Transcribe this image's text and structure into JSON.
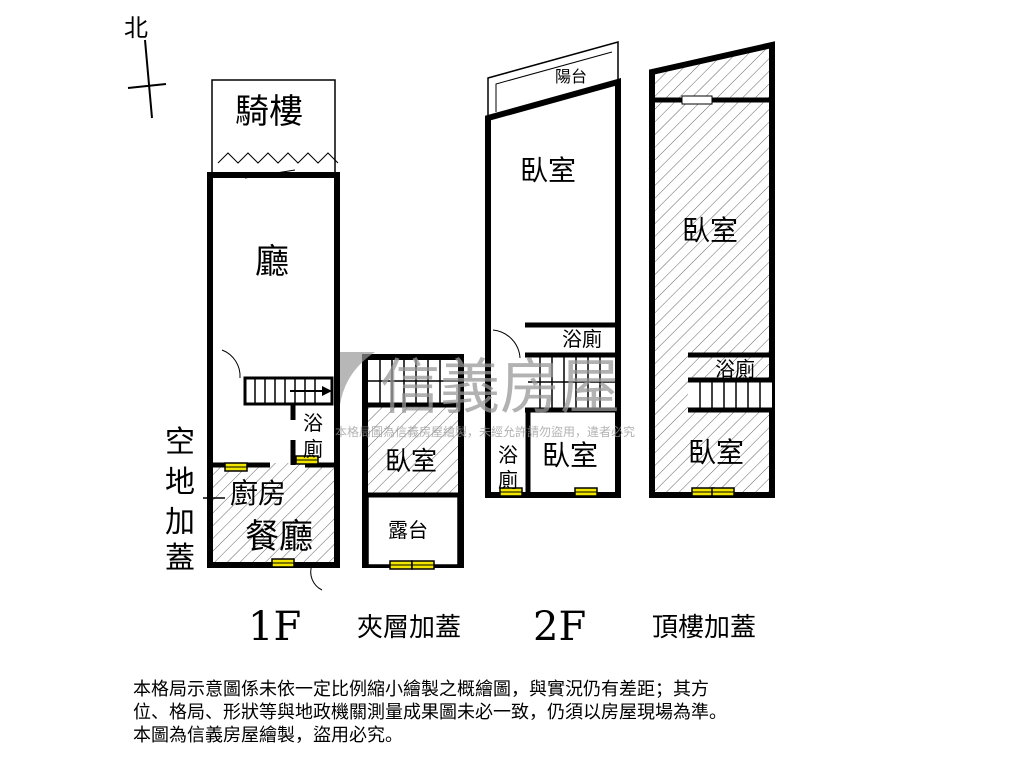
{
  "compass": {
    "label": "北"
  },
  "floors": {
    "f1": {
      "title": "1F",
      "rooms": {
        "arcade": "騎樓",
        "living": "廳",
        "bath_a": "浴",
        "bath_b": "廁",
        "kitchen": "廚房",
        "dining": "餐廳"
      },
      "side_label": [
        "空",
        "地",
        "加",
        "蓋"
      ]
    },
    "mezz": {
      "title": "夾層加蓋",
      "rooms": {
        "bedroom": "臥室",
        "terrace": "露台"
      }
    },
    "f2": {
      "title": "2F",
      "rooms": {
        "balcony": "陽台",
        "bedroom_front": "臥室",
        "bath_upper": "浴廁",
        "bath_a": "浴",
        "bath_b": "廁",
        "bedroom_back": "臥室"
      }
    },
    "roof": {
      "title": "頂樓加蓋",
      "rooms": {
        "bedroom_front": "臥室",
        "bath": "浴廁",
        "bedroom_back": "臥室"
      }
    }
  },
  "watermark": {
    "brand": "信義房屋",
    "notice": "本格局圖為信義房屋繪製，未經允許請勿盜用，違者必究"
  },
  "disclaimer": {
    "line1": "本格局示意圖係未依一定比例縮小繪製之概繪圖，與實況仍有差距；其方",
    "line2": "位、格局、形狀等與地政機關測量成果圖未必一致，仍須以房屋現場為準。",
    "line3": "本圖為信義房屋繪製，盜用必究。"
  },
  "colors": {
    "wall": "#000000",
    "window": "#f2e600",
    "hatch": "#555555"
  }
}
